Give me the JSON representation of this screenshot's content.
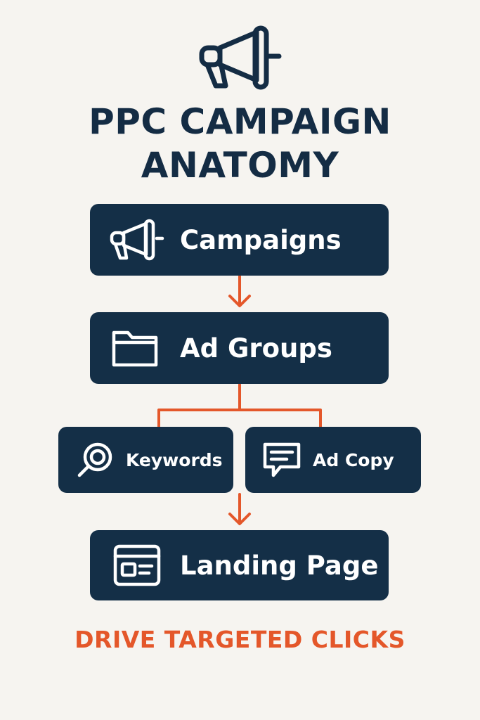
{
  "title": {
    "line1": "PPC CAMPAIGN",
    "line2": "ANATOMY"
  },
  "nodes": {
    "campaigns": {
      "label": "Campaigns",
      "icon": "megaphone-icon"
    },
    "ad_groups": {
      "label": "Ad Groups",
      "icon": "folder-icon"
    },
    "keywords": {
      "label": "Keywords",
      "icon": "magnifier-target-icon"
    },
    "ad_copy": {
      "label": "Ad Copy",
      "icon": "chat-bubble-icon"
    },
    "landing_page": {
      "label": "Landing Page",
      "icon": "browser-window-icon"
    }
  },
  "edges": [
    {
      "from": "campaigns",
      "to": "ad_groups"
    },
    {
      "from": "ad_groups",
      "to": "keywords"
    },
    {
      "from": "ad_groups",
      "to": "ad_copy"
    },
    {
      "from": "keywords",
      "to": "landing_page"
    },
    {
      "from": "ad_copy",
      "to": "landing_page"
    }
  ],
  "tagline": "DRIVE TARGETED CLICKS",
  "colors": {
    "background": "#f6f4f0",
    "navy": "#142f47",
    "accent": "#e4572a",
    "text_on_dark": "#ffffff"
  }
}
